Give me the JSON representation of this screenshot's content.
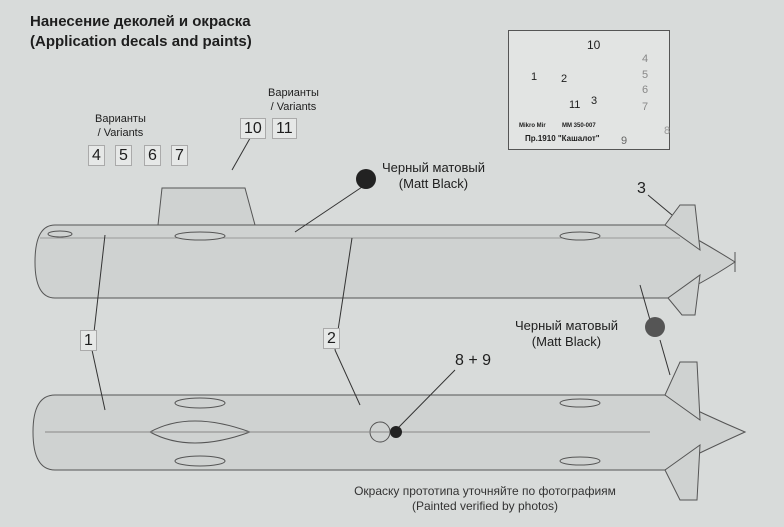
{
  "title": {
    "ru": "Нанесение деколей и окраска",
    "en": "(Application decals and paints)"
  },
  "variants_left": {
    "ru": "Варианты",
    "en": "/ Variants",
    "numbers": [
      "4",
      "5",
      "6",
      "7"
    ]
  },
  "variants_right": {
    "ru": "Варианты",
    "en": "/ Variants",
    "numbers": [
      "10",
      "11"
    ]
  },
  "paint_top": {
    "ru": "Черный матовый",
    "en": "(Matt Black)"
  },
  "paint_bottom": {
    "ru": "Черный матовый",
    "en": "(Matt Black)"
  },
  "callouts": {
    "c1": "1",
    "c2": "2",
    "c3": "3",
    "c89": "8 + 9"
  },
  "decal_sheet": {
    "n10": "10",
    "n4": "4",
    "n5": "5",
    "n6": "6",
    "n7": "7",
    "n1": "1",
    "n2": "2",
    "n11": "11",
    "n3": "3",
    "n8": "8",
    "n9": "9",
    "brand": "Mikro Mir",
    "code": "MM 350-007",
    "name": "Пр.1910 \"Кашалот\""
  },
  "footer": {
    "ru": "Окраску прототипа уточняйте по фотографиям",
    "en": "(Painted verified by photos)"
  }
}
